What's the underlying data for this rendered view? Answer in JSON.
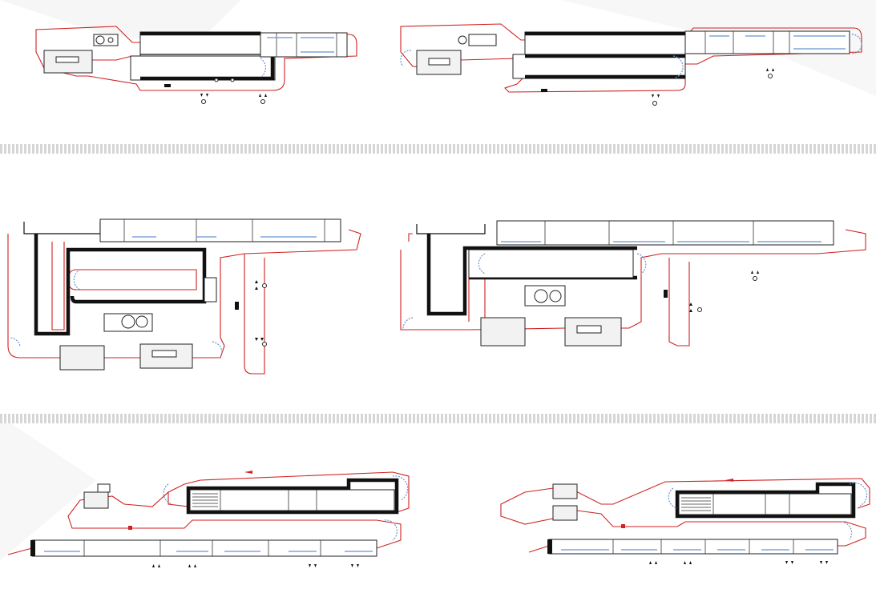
{
  "palette": {
    "conveyor": "#d02020",
    "wall": "#111111",
    "spray_zone": "#7ea7d8",
    "divider": "#d6d6d6"
  },
  "layouts": [
    {
      "name": "layout-1",
      "shape": "straight-through-with-return"
    },
    {
      "name": "layout-2",
      "shape": "straight-through-with-return-and-turns"
    },
    {
      "name": "layout-3",
      "shape": "u-loop-with-return"
    },
    {
      "name": "layout-4",
      "shape": "u-loop-with-return"
    },
    {
      "name": "layout-5",
      "shape": "two-level-parallel"
    },
    {
      "name": "layout-6",
      "shape": "two-level-parallel"
    }
  ]
}
